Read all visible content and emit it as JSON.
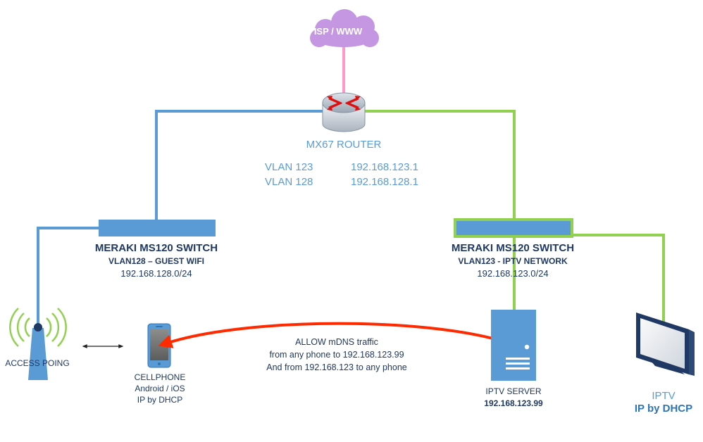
{
  "cloud": {
    "label": "ISP / WWW"
  },
  "router": {
    "title": "MX67 ROUTER",
    "vlans": [
      {
        "name": "VLAN 123",
        "ip": "192.168.123.1"
      },
      {
        "name": "VLAN 128",
        "ip": "192.168.128.1"
      }
    ]
  },
  "switch_left": {
    "title": "MERAKI MS120 SWITCH",
    "vlan": "VLAN128 – GUEST WIFI",
    "subnet": "192.168.128.0/24"
  },
  "switch_right": {
    "title": "MERAKI MS120 SWITCH",
    "vlan": "VLAN123 - IPTV NETWORK",
    "subnet": "192.168.123.0/24"
  },
  "access_point": {
    "label": "ACCESS POING"
  },
  "cellphone": {
    "lines": [
      "CELLPHONE",
      "Android / iOS",
      "IP by DHCP"
    ]
  },
  "note": {
    "lines": [
      "ALLOW mDNS traffic",
      "from any phone to 192.168.123.99",
      "And from 192.168.123 to any phone"
    ]
  },
  "server": {
    "label": "IPTV SERVER",
    "ip": "192.168.123.99"
  },
  "iptv": {
    "label": "IPTV",
    "sub": "IP by DHCP"
  },
  "colors": {
    "blue_link": "#5b9bd5",
    "green_link": "#92d050",
    "pink_link": "#ff99cc",
    "cloud": "#c597e3",
    "arrow": "#ff2a00",
    "label_dark": "#1f3864",
    "label_light": "#5b9bd5"
  }
}
